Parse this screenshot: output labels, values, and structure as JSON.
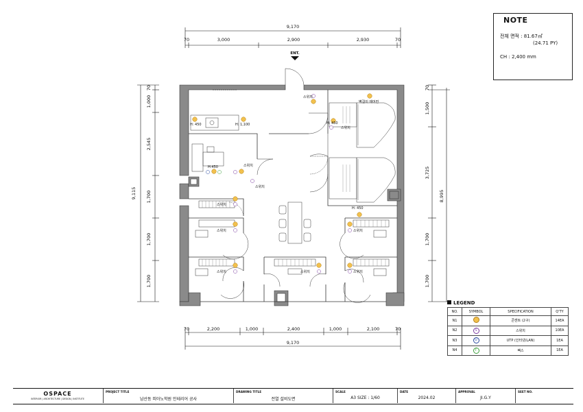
{
  "note": {
    "title": "NOTE",
    "area_label": "전체 면적 : 81.67㎡",
    "area_py": "(24.71 PY)",
    "ceiling": "CH : 2,400 mm"
  },
  "entrance": "ENT.",
  "dimensions": {
    "top_total": "9,170",
    "top_edge_left": "70",
    "top_edge_right": "70",
    "top_segments": [
      "3,000",
      "2,900",
      "2,930"
    ],
    "bottom_total": "9,170",
    "bottom_edge_left": "70",
    "bottom_edge_right": "70",
    "bottom_segments": [
      "2,200",
      "1,000",
      "2,400",
      "1,000",
      "2,100"
    ],
    "left_total": "9,115",
    "left_edge_top": "70",
    "left_segments": [
      "1,000",
      "2,545",
      "1,700",
      "1,700",
      "1,700"
    ],
    "right_edge_top": "70",
    "right_segments": [
      "1,500",
      "3,725",
      "1,700",
      "1,700"
    ],
    "right_total": "8,995"
  },
  "plan_labels": {
    "switch": "스위치",
    "h450": "H: 450",
    "h1100": "H: 1,100",
    "h450b": "H:450",
    "wall_ac": "벽걸이 에어컨"
  },
  "legend": {
    "title": "LEGEND",
    "headers": [
      "NO.",
      "SYMBOL",
      "SPECIFICATION",
      "Q'TY"
    ],
    "rows": [
      {
        "no": "N1",
        "symbol": "",
        "spec": "콘센트 (2구)",
        "qty": "14EA"
      },
      {
        "no": "N2",
        "symbol": "S",
        "spec": "스위치",
        "qty": "10EA"
      },
      {
        "no": "N3",
        "symbol": "U",
        "spec": "UTP (인터넷/LAN)",
        "qty": "1EA"
      },
      {
        "no": "N4",
        "symbol": "F",
        "spec": "팩스",
        "qty": "1EA"
      }
    ]
  },
  "title_block": {
    "logo": "OSPACE",
    "logo_sub": "INTERIOR | ARCHITECTURE | DESIGN | INSTITUTE",
    "project_title_label": "PROJECT TITLE",
    "project_title": "남산동 피아노학원 인테리어 공사",
    "drawing_title_label": "DRAWING TITLE",
    "drawing_title": "전열 설비도면",
    "scale_label": "SCALE",
    "scale": "A3 SIZE : 1/60",
    "date_label": "DATE",
    "date": "2024.02",
    "approval_label": "APPROVAL",
    "approval": "JI.G.Y",
    "sheet_label": "SEET NO.",
    "sheet": ""
  },
  "colors": {
    "wall": "#8a8a8a",
    "outlet": "#f2c14e",
    "switch": "#7a3aa0",
    "utp": "#2a4aa0",
    "fax": "#3ca03c"
  }
}
